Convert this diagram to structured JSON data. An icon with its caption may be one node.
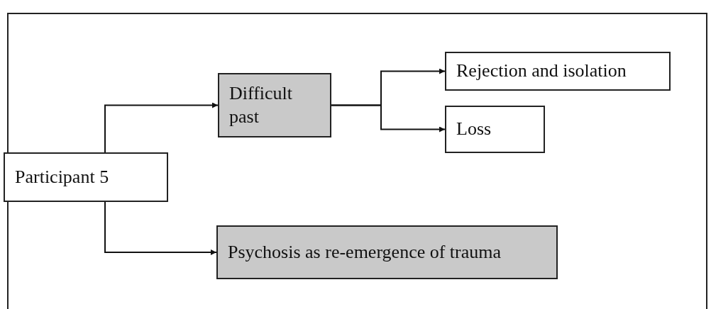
{
  "diagram": {
    "nodes": [
      {
        "text": [
          "Participant 5"
        ]
      },
      {
        "text": [
          "Difficult past"
        ]
      },
      {
        "text": [
          "Rejection and isolation"
        ]
      },
      {
        "text": [
          "Loss"
        ]
      },
      {
        "text": [
          "Psychosis as re-emergence of trauma"
        ]
      }
    ],
    "edges": [
      {
        "from": 0,
        "to": 1,
        "arrow": "to"
      },
      {
        "from": 0,
        "to": 4,
        "arrow": "to"
      },
      {
        "from": 1,
        "to": 2,
        "arrow": "to"
      },
      {
        "from": 1,
        "to": 3,
        "arrow": "to"
      }
    ]
  }
}
